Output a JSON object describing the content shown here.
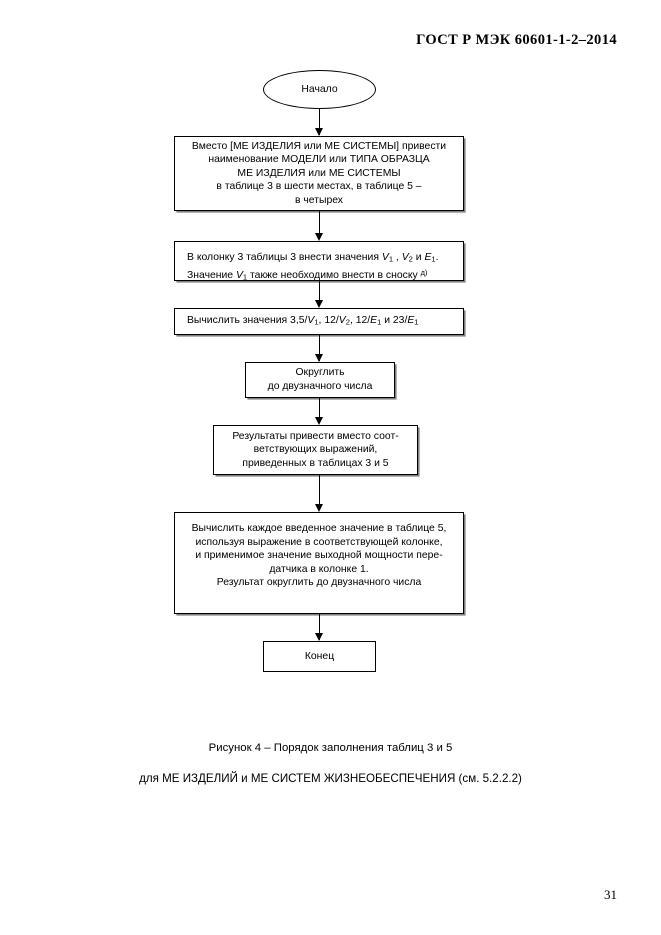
{
  "header": {
    "standard_title": "ГОСТ Р  МЭК 60601-1-2–2014"
  },
  "flowchart": {
    "start": {
      "label": "Начало"
    },
    "step1": {
      "line1": "Вместо [МЕ ИЗДЕЛИЯ или МЕ СИСТЕМЫ] привести",
      "line2": "наименование МОДЕЛИ или ТИПА ОБРАЗЦА",
      "line3": "МЕ ИЗДЕЛИЯ или  МЕ СИСТЕМЫ",
      "line4": "в таблице 3 в шести местах, в таблице 5 –",
      "line5": "в четырех"
    },
    "step2": {
      "line1_a": "В колонку 3 таблицы 3 внести значения ",
      "line1_v1": "V",
      "line1_v1_sub": "1",
      "line1_b": " , ",
      "line1_v2": "V",
      "line1_v2_sub": "2",
      "line1_c": "  и ",
      "line1_e1": "E",
      "line1_e1_sub": "1",
      "line1_d": ".",
      "line2_a": "Значение ",
      "line2_v1": "V",
      "line2_v1_sub": "1",
      "line2_b": "  также необходимо внести в сноску ",
      "line2_sup": "д)"
    },
    "step3": {
      "text_a": "Вычислить значения 3,5/",
      "v1": "V",
      "v1_sub": "1",
      "text_b": ", 12/",
      "v2": "V",
      "v2_sub": "2",
      "text_c": ", 12/",
      "e1": "E",
      "e1_sub": "1",
      "text_d": " и 23/",
      "e2": "E",
      "e2_sub": "1"
    },
    "step4": {
      "line1": "Округлить",
      "line2": "до двузначного числа"
    },
    "step5": {
      "line1": "Результаты привести вместо соот-",
      "line2": "ветствующих выражений,",
      "line3": "приведенных в таблицах 3 и 5"
    },
    "step6": {
      "line1": "Вычислить каждое введенное значение в таблице 5,",
      "line2": "используя выражение в соответствующей колонке,",
      "line3": "и применимое значение выходной мощности пере-",
      "line4": "датчика в колонке 1.",
      "line5": "Результат округлить до двузначного числа"
    },
    "end": {
      "label": "Конец"
    }
  },
  "caption": {
    "line1": "Рисунок  4 – Порядок заполнения таблиц  3  и  5",
    "line2": "для МЕ ИЗДЕЛИЙ и МЕ СИСТЕМ ЖИЗНЕОБЕСПЕЧЕНИЯ  (см. 5.2.2.2)"
  },
  "footer": {
    "page_number": "31"
  }
}
